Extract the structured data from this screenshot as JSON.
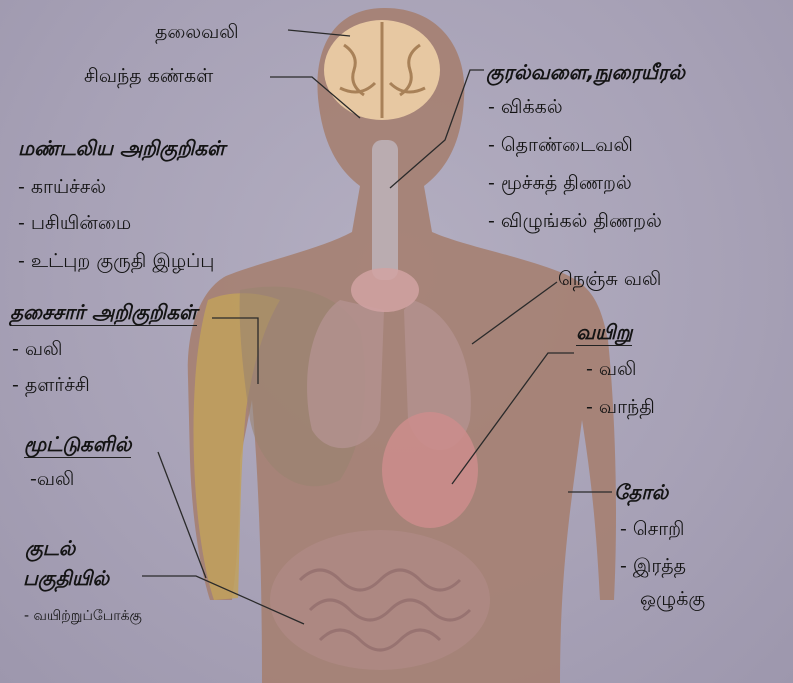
{
  "title": "",
  "labels": {
    "headache": "தலைவலி",
    "red_eyes": "சிவந்த கண்கள்",
    "central_heading": "மண்டலிய அறிகுறிகள்",
    "central_1": "- காய்ச்சல்",
    "central_2": "- பசியின்மை",
    "central_3": "- உட்புற குருதி இழப்பு",
    "muscle_heading": "தசைசார் அறிகுறிகள்",
    "muscle_1": "- வலி",
    "muscle_2": "- தளர்ச்சி",
    "joints_heading": "மூட்டுகளில்",
    "joints_1": "-வலி",
    "intestine_heading_1": "குடல்",
    "intestine_heading_2": "பகுதியில்",
    "intestine_1": "- வயிற்றுப்போக்கு",
    "throat_heading": "குரல்வளை,நுரையீரல்",
    "throat_1": "- விக்கல்",
    "throat_2": "- தொண்டைவலி",
    "throat_3": "- மூச்சுத் திணறல்",
    "throat_4": "- விழுங்கல் திணறல்",
    "chest_pain": "நெஞ்சு வலி",
    "stomach_heading": "வயிறு",
    "stomach_1": "- வலி",
    "stomach_2": "- வாந்தி",
    "skin_heading": "தோல்",
    "skin_1": "- சொறி",
    "skin_2a": "- இரத்த",
    "skin_2b": "ஒழுக்கு"
  },
  "colors": {
    "background": "#a8a3b9",
    "body": "#a57f71",
    "brain": "#e7c8a2",
    "arm_muscle": "#c1a15c",
    "organs": "#cd8d8c",
    "leader_line": "#2a2a2a",
    "text": "#141414"
  }
}
